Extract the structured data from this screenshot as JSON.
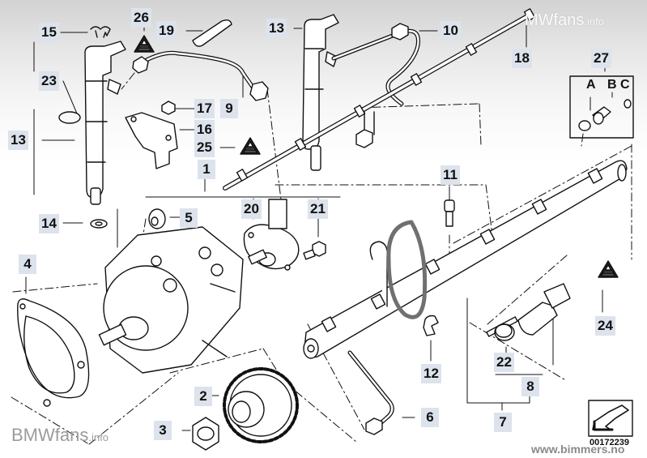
{
  "diagram": {
    "title": "High pressure pump / injection rail parts diagram",
    "part_number": "00172239",
    "watermarks": {
      "top_right_main": "MWfans",
      "top_right_suffix": ".info",
      "bottom_left_main": "BMWfans",
      "bottom_left_suffix": ".info",
      "bottom_right": "www.bimmers.no"
    },
    "callouts": [
      {
        "id": "c15",
        "label": "15"
      },
      {
        "id": "c26",
        "label": "26"
      },
      {
        "id": "c19",
        "label": "19"
      },
      {
        "id": "c13a",
        "label": "13"
      },
      {
        "id": "c10",
        "label": "10"
      },
      {
        "id": "c18",
        "label": "18"
      },
      {
        "id": "c27",
        "label": "27"
      },
      {
        "id": "c23",
        "label": "23"
      },
      {
        "id": "c17",
        "label": "17"
      },
      {
        "id": "c9",
        "label": "9"
      },
      {
        "id": "c16",
        "label": "16"
      },
      {
        "id": "c13b",
        "label": "13"
      },
      {
        "id": "c25",
        "label": "25"
      },
      {
        "id": "c1",
        "label": "1"
      },
      {
        "id": "c11",
        "label": "11"
      },
      {
        "id": "c20",
        "label": "20"
      },
      {
        "id": "c21",
        "label": "21"
      },
      {
        "id": "c14",
        "label": "14"
      },
      {
        "id": "c5",
        "label": "5"
      },
      {
        "id": "c4",
        "label": "4"
      },
      {
        "id": "c24",
        "label": "24"
      },
      {
        "id": "c12",
        "label": "12"
      },
      {
        "id": "c22",
        "label": "22"
      },
      {
        "id": "c2",
        "label": "2"
      },
      {
        "id": "c8",
        "label": "8"
      },
      {
        "id": "c6",
        "label": "6"
      },
      {
        "id": "c3",
        "label": "3"
      },
      {
        "id": "c7",
        "label": "7"
      }
    ],
    "kit_letters": [
      "A",
      "B",
      "C"
    ],
    "highlight_color": "#707070",
    "label_bg": "#dde3ec"
  }
}
